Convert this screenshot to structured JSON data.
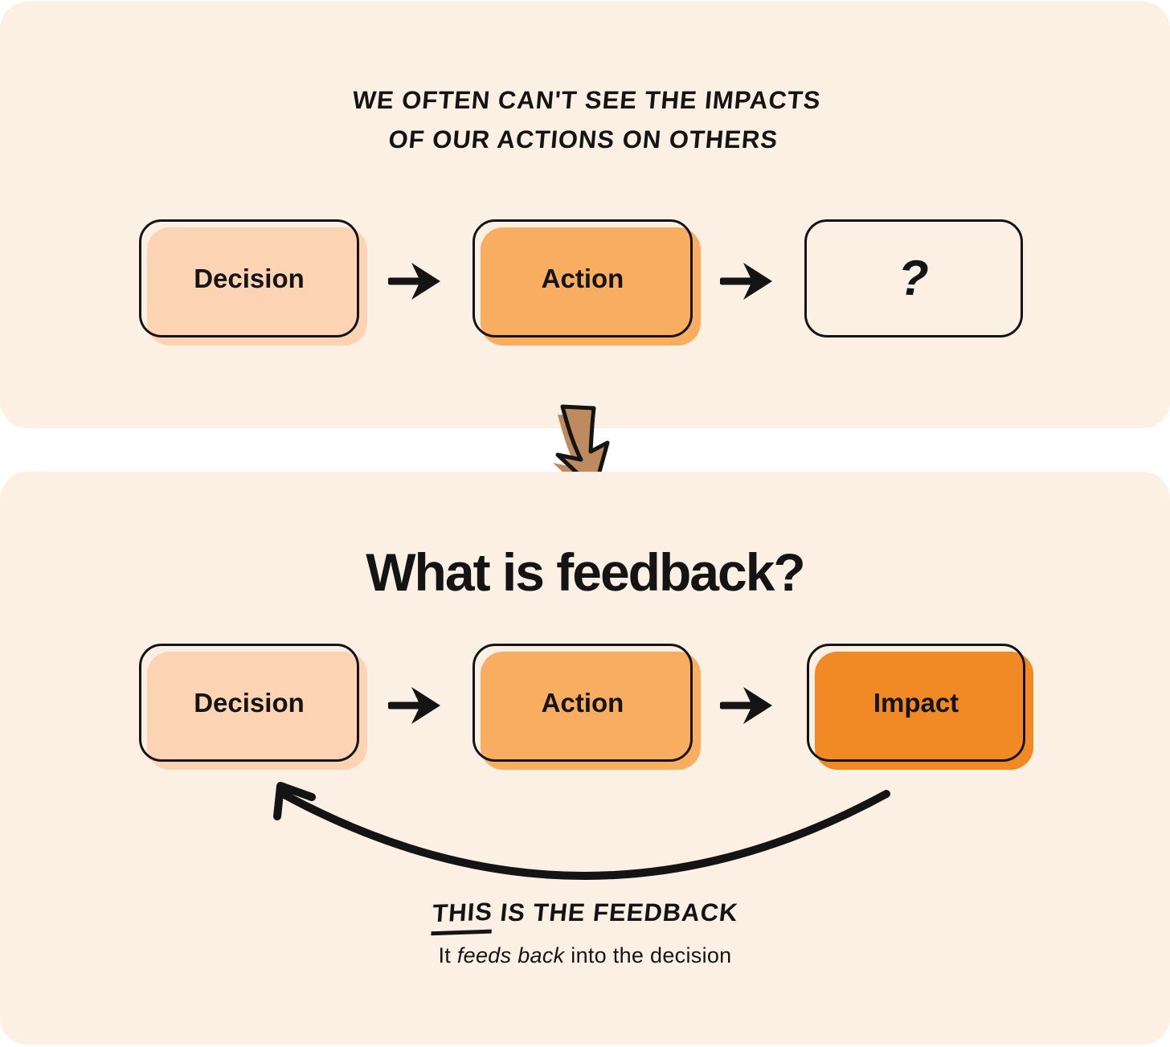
{
  "colors": {
    "ink": "#141414",
    "panel": "#FCF0E5",
    "white": "#FFFFFF",
    "decision_fill": "#FCD4B4",
    "action_fill": "#F9AD61",
    "impact_fill": "#F18A24",
    "question_fill": "transparent",
    "down_arrow_brown": "#BE8B61"
  },
  "top_panel": {
    "caption_line1": "WE OFTEN CAN'T SEE THE IMPACTS",
    "caption_line2": "OF OUR ACTIONS ON OTHERS",
    "boxes": [
      {
        "label": "Decision"
      },
      {
        "label": "Action"
      },
      {
        "label": "?"
      }
    ]
  },
  "bottom_panel": {
    "title": "What is feedback?",
    "boxes": [
      {
        "label": "Decision"
      },
      {
        "label": "Action"
      },
      {
        "label": "Impact"
      }
    ],
    "feedback_note": {
      "word_this": "THIS",
      "rest": " IS THE FEEDBACK"
    },
    "subnote": {
      "pre": "It ",
      "italic": "feeds back",
      "post": " into the decision"
    }
  }
}
